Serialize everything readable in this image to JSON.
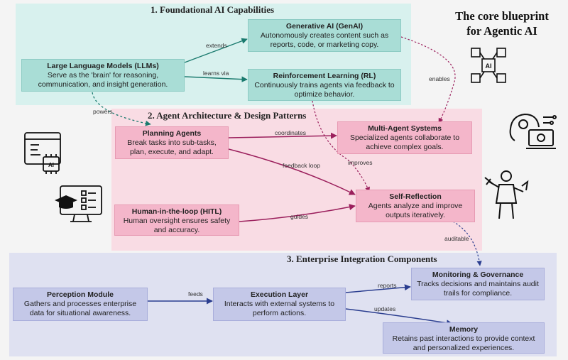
{
  "title_line1": "The core blueprint",
  "title_line2": "for Agentic AI",
  "sections": {
    "s1": "1. Foundational AI Capabilities",
    "s2": "2. Agent Architecture & Design Patterns",
    "s3": "3. Enterprise Integration Components"
  },
  "nodes": {
    "llm": {
      "title": "Large Language Models (LLMs)",
      "desc": "Serve as the 'brain' for reasoning, communication, and insight generation."
    },
    "genai": {
      "title": "Generative AI (GenAI)",
      "desc": "Autonomously creates content such as reports, code, or marketing copy."
    },
    "rl": {
      "title": "Reinforcement Learning (RL)",
      "desc": "Continuously trains agents via feedback to optimize behavior."
    },
    "planning": {
      "title": "Planning Agents",
      "desc": "Break tasks into sub-tasks, plan, execute, and adapt."
    },
    "mas": {
      "title": "Multi-Agent Systems",
      "desc": "Specialized agents collaborate to achieve complex goals."
    },
    "selfref": {
      "title": "Self-Reflection",
      "desc": "Agents analyze and improve outputs iteratively."
    },
    "hitl": {
      "title": "Human-in-the-loop (HITL)",
      "desc": "Human oversight ensures safety and accuracy."
    },
    "perception": {
      "title": "Perception Module",
      "desc": "Gathers and processes enterprise data for situational awareness."
    },
    "execution": {
      "title": "Execution Layer",
      "desc": "Interacts with external systems to perform actions."
    },
    "monitoring": {
      "title": "Monitoring & Governance",
      "desc": "Tracks decisions and maintains audit trails for compliance."
    },
    "memory": {
      "title": "Memory",
      "desc": "Retains past interactions to provide context and personalized experiences."
    }
  },
  "edges": {
    "extends": "extends",
    "learns_via": "learns via",
    "enables": "enables",
    "powers": "powers",
    "coordinates": "coordinates",
    "feedback_loop": "feedback loop",
    "improves": "improves",
    "guides": "guides",
    "auditable": "auditable",
    "feeds": "feeds",
    "reports": "reports",
    "updates": "updates"
  },
  "icon_labels": {
    "ai_chip": "AI",
    "ai_badge": "AI"
  },
  "colors": {
    "teal_section": "#d8f1ee",
    "teal_box": "#a9ddd6",
    "teal_arrow": "#1a7a6e",
    "pink_section": "#f9dce4",
    "pink_box": "#f4b6ca",
    "pink_arrow": "#9b1f5c",
    "lavender_section": "#dfe1f1",
    "lavender_box": "#c4c8e8",
    "blue_arrow": "#2a3d8f"
  }
}
